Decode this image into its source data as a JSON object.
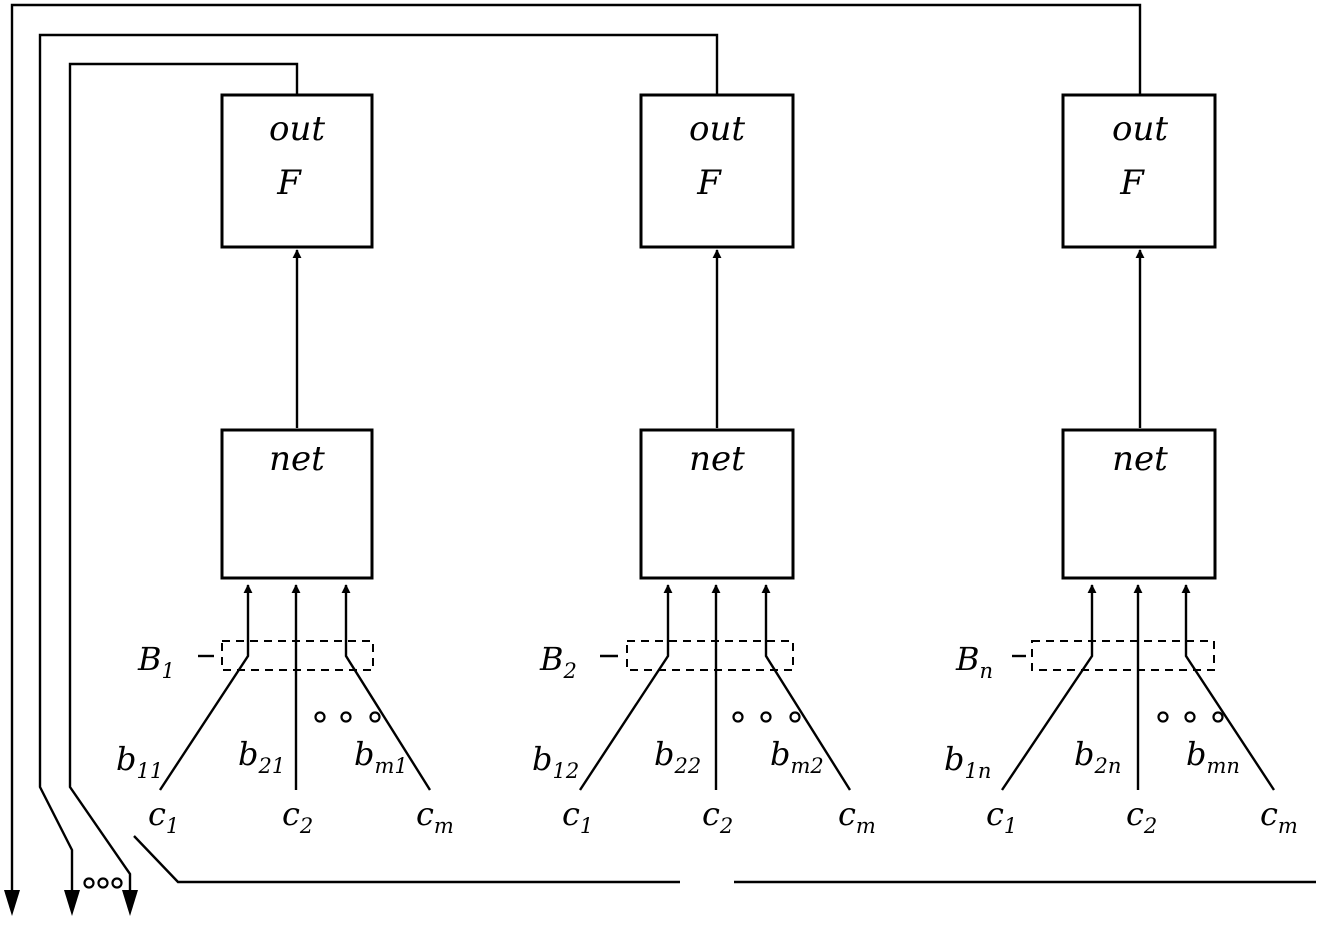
{
  "units": [
    {
      "out_label": "out",
      "fn_label": "F",
      "net_label": "net",
      "bank": {
        "main": "B",
        "sub": "1"
      },
      "weights": [
        {
          "main": "b",
          "sub": "11"
        },
        {
          "main": "b",
          "sub": "21"
        },
        {
          "main": "b",
          "sub": "m1"
        }
      ],
      "inputs": [
        {
          "main": "c",
          "sub": "1"
        },
        {
          "main": "c",
          "sub": "2"
        },
        {
          "main": "c",
          "sub": "m"
        }
      ]
    },
    {
      "out_label": "out",
      "fn_label": "F",
      "net_label": "net",
      "bank": {
        "main": "B",
        "sub": "2"
      },
      "weights": [
        {
          "main": "b",
          "sub": "12"
        },
        {
          "main": "b",
          "sub": "22"
        },
        {
          "main": "b",
          "sub": "m2"
        }
      ],
      "inputs": [
        {
          "main": "c",
          "sub": "1"
        },
        {
          "main": "c",
          "sub": "2"
        },
        {
          "main": "c",
          "sub": "m"
        }
      ]
    },
    {
      "out_label": "out",
      "fn_label": "F",
      "net_label": "net",
      "bank": {
        "main": "B",
        "sub": "n"
      },
      "weights": [
        {
          "main": "b",
          "sub": "1n"
        },
        {
          "main": "b",
          "sub": "2n"
        },
        {
          "main": "b",
          "sub": "mn"
        }
      ],
      "inputs": [
        {
          "main": "c",
          "sub": "1"
        },
        {
          "main": "c",
          "sub": "2"
        },
        {
          "main": "c",
          "sub": "m"
        }
      ]
    }
  ]
}
